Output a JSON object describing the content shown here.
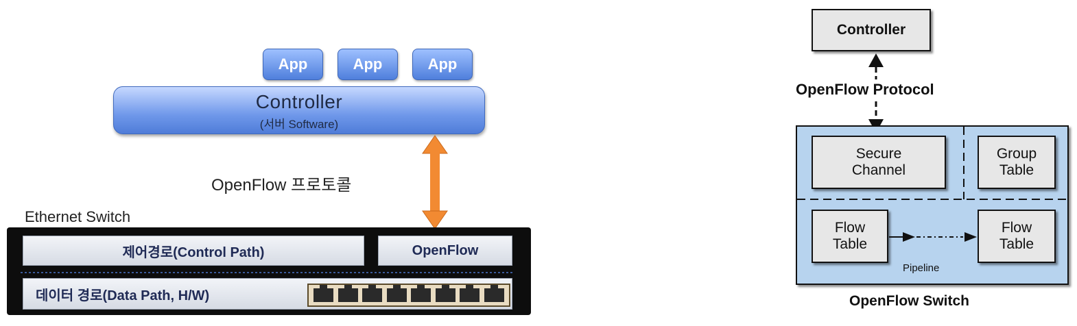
{
  "left": {
    "apps": [
      "App",
      "App",
      "App"
    ],
    "controller_title": "Controller",
    "controller_subtitle": "(서버 Software)",
    "protocol_label": "OpenFlow 프로토콜",
    "switch_label": "Ethernet Switch",
    "control_path": "제어경로(Control Path)",
    "openflow_block": "OpenFlow",
    "data_path": "데이터 경로(Data Path, H/W)",
    "port_count": 8,
    "arrow_color": "#f28a32"
  },
  "right": {
    "controller": "Controller",
    "protocol_label": "OpenFlow Protocol",
    "secure_channel": [
      "Secure",
      "Channel"
    ],
    "group_table": [
      "Group",
      "Table"
    ],
    "flow_table_1": [
      "Flow",
      "Table"
    ],
    "flow_table_2": [
      "Flow",
      "Table"
    ],
    "pipeline": "Pipeline",
    "switch_title": "OpenFlow Switch",
    "switch_fill": "#b7d3ee"
  }
}
